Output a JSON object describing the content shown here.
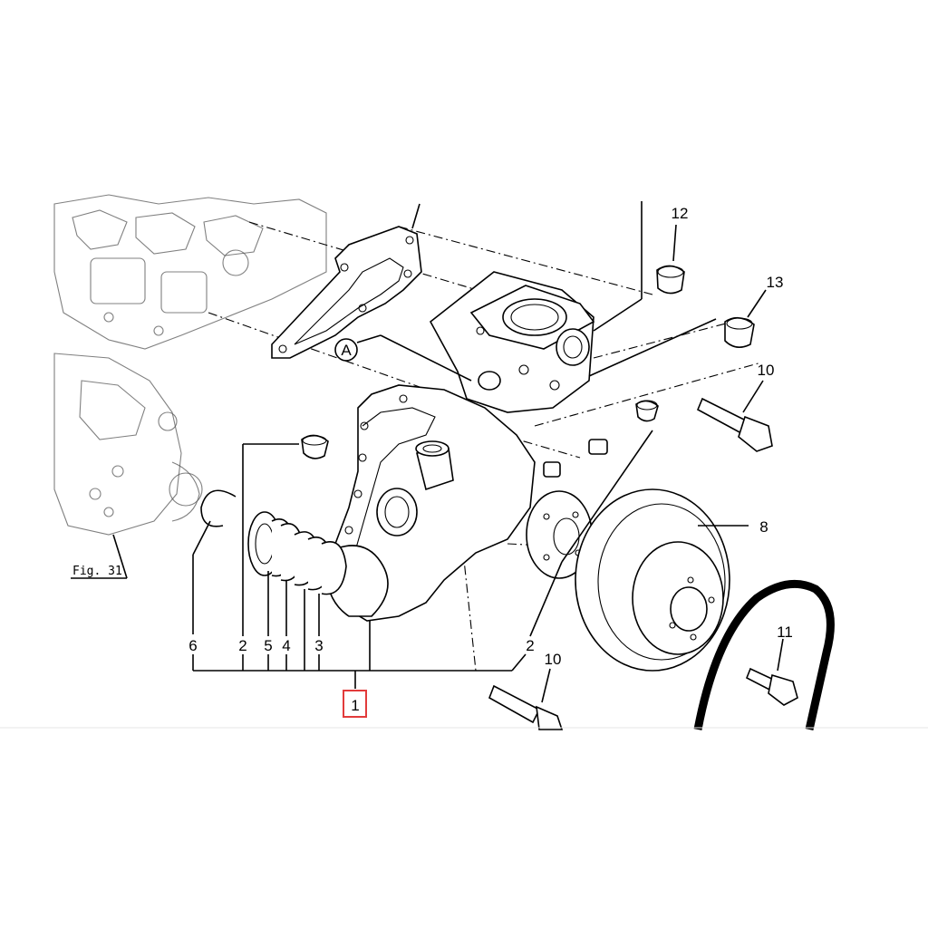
{
  "diagram": {
    "callouts": {
      "p1": "1",
      "p2_left": "2",
      "p2_right": "2",
      "p3": "3",
      "p4": "4",
      "p5": "5",
      "p6": "6",
      "p8": "8",
      "p10_top": "10",
      "p10_bottom": "10",
      "p11": "11",
      "p12": "12",
      "p13": "13"
    },
    "view_marker": "A",
    "figure_ref": "Fig. 31",
    "highlighted_part": "1",
    "highlight_color": "#e23b3b"
  }
}
